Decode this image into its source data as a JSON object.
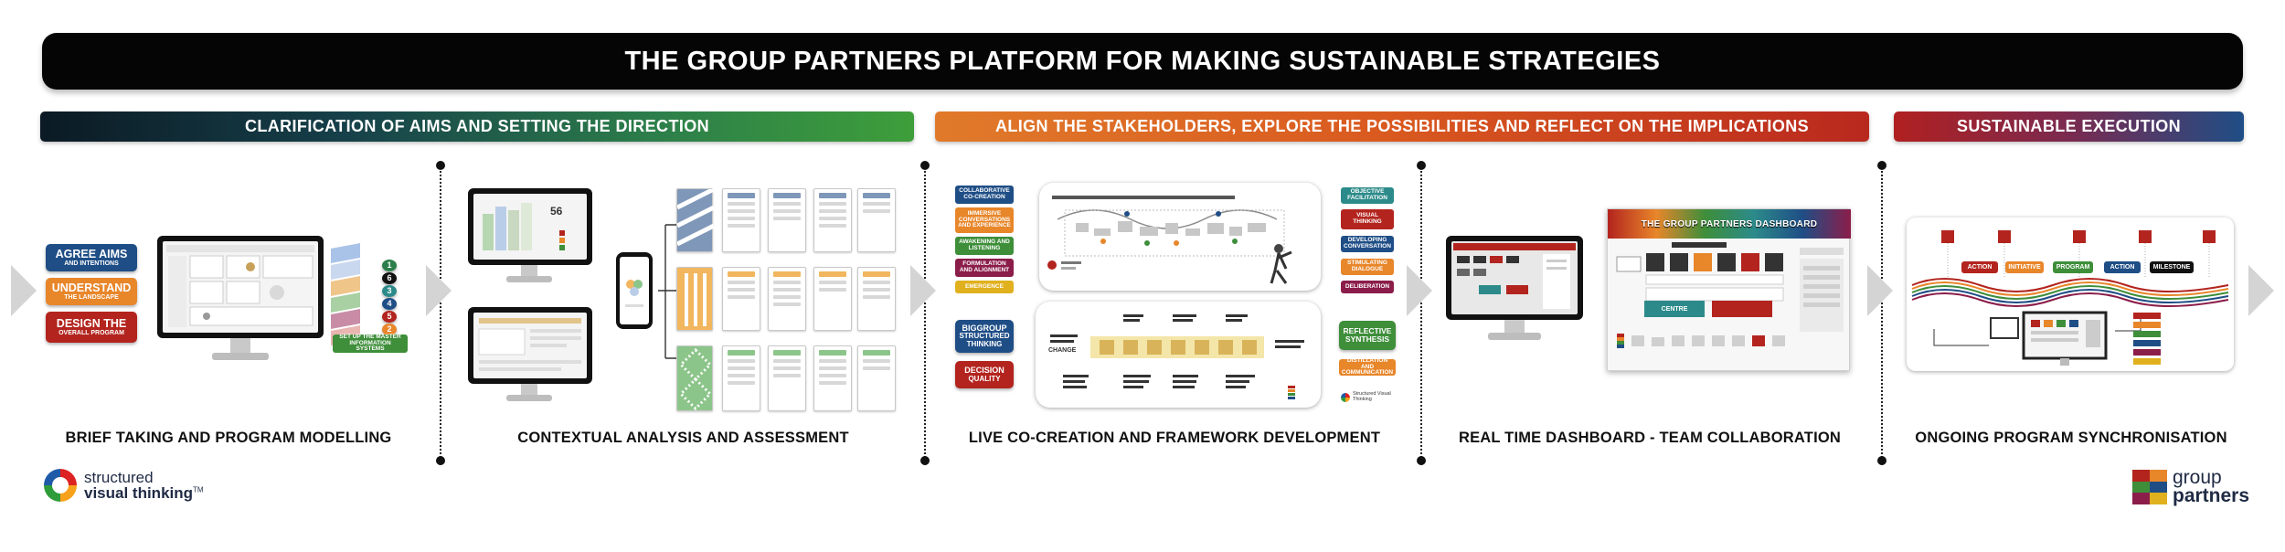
{
  "title": "THE GROUP PARTNERS PLATFORM FOR MAKING SUSTAINABLE STRATEGIES",
  "phases": [
    {
      "label": "CLARIFICATION OF AIMS AND SETTING THE DIRECTION"
    },
    {
      "label": "ALIGN THE STAKEHOLDERS, EXPLORE THE POSSIBILITIES AND REFLECT ON THE IMPLICATIONS"
    },
    {
      "label": "SUSTAINABLE EXECUTION"
    }
  ],
  "stages": [
    {
      "label": "BRIEF TAKING AND PROGRAM MODELLING"
    },
    {
      "label": "CONTEXTUAL ANALYSIS AND ASSESSMENT"
    },
    {
      "label": "LIVE CO-CREATION AND FRAMEWORK DEVELOPMENT"
    },
    {
      "label": "REAL TIME DASHBOARD - TEAM COLLABORATION"
    },
    {
      "label": "ONGOING PROGRAM SYNCHRONISATION"
    }
  ],
  "stage1": {
    "pills": [
      {
        "big": "AGREE AIMS",
        "small": "AND INTENTIONS",
        "color": "#1f4e86"
      },
      {
        "big": "UNDERSTAND",
        "small": "THE LANDSCAPE",
        "color": "#e8862a"
      },
      {
        "big": "DESIGN THE",
        "small": "OVERALL PROGRAM",
        "color": "#b3241e"
      }
    ],
    "stack_numbers": [
      "1",
      "2",
      "3",
      "4",
      "5",
      "6"
    ],
    "master_tag": "SET UP THE MASTER INFORMATION SYSTEMS",
    "colors": {
      "master": "#3e8e3a"
    }
  },
  "stage2": {
    "kpi": "56",
    "colors": {
      "blue": "#7f97b8",
      "orange": "#f2b65e",
      "green": "#8cc58a"
    }
  },
  "stage3": {
    "left_tags": [
      {
        "text": "COLLABORATIVE CO-CREATION",
        "color": "#1f4e86"
      },
      {
        "text": "IMMERSIVE CONVERSATIONS AND EXPERIENCE",
        "color": "#e8862a"
      },
      {
        "text": "AWAKENING AND LISTENING",
        "color": "#3e8e3a"
      },
      {
        "text": "FORMULATION AND ALIGNMENT",
        "color": "#8b1d4a"
      },
      {
        "text": "EMERGENCE",
        "color": "#e0b01e"
      }
    ],
    "left_tags_2": [
      {
        "big": "BIGGROUP",
        "small": "STRUCTURED THINKING",
        "color": "#1f4e86"
      },
      {
        "big": "DECISION",
        "small": "QUALITY",
        "color": "#b3241e"
      }
    ],
    "right_tags": [
      {
        "text": "OBJECTIVE FACILITATION",
        "color": "#2c8b8a"
      },
      {
        "text": "VISUAL THINKING",
        "color": "#b3241e"
      },
      {
        "text": "DEVELOPING CONVERSATION",
        "color": "#1f4e86"
      },
      {
        "text": "STIMULATING DIALOGUE",
        "color": "#e8862a"
      },
      {
        "text": "DELIBERATION",
        "color": "#8b1d4a"
      }
    ],
    "right_tags_2": [
      {
        "text": "REFLECTIVE SYNTHESIS",
        "color": "#3e8e3a"
      },
      {
        "text": "DISTILLATION AND COMMUNICATION",
        "color": "#e8862a"
      }
    ],
    "board_bottom_words": [
      "CHANGE"
    ],
    "brand_small": "Structured Visual Thinking"
  },
  "stage4": {
    "dashboard_title": "THE GROUP PARTNERS DASHBOARD",
    "centre_label": "CENTRE",
    "colors": {
      "teal": "#2c8b8a",
      "red": "#b3241e"
    }
  },
  "stage5": {
    "chips": [
      {
        "text": "ACTION",
        "color": "#b3241e"
      },
      {
        "text": "INITIATIVE",
        "color": "#e8862a"
      },
      {
        "text": "PROGRAM",
        "color": "#3e8e3a"
      },
      {
        "text": "ACTION",
        "color": "#1f4e86"
      },
      {
        "text": "MILESTONE",
        "color": "#111111"
      }
    ],
    "legend_colors": [
      "#b3241e",
      "#e8862a",
      "#3e8e3a",
      "#1f4e86",
      "#8b1d4a",
      "#e0b01e"
    ]
  },
  "logos": {
    "svt_line1": "structured",
    "svt_line2": "visual thinking",
    "svt_tm": "TM",
    "gp_line1": "group",
    "gp_line2": "partners"
  }
}
